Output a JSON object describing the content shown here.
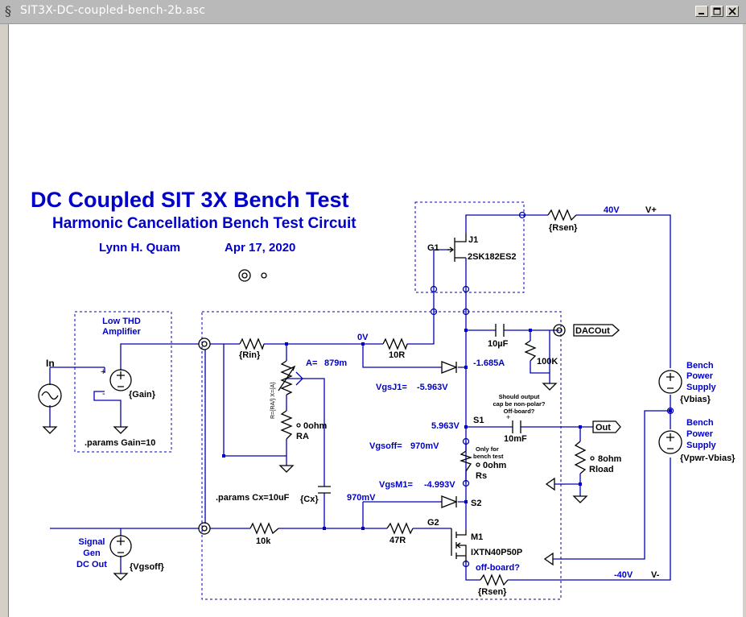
{
  "window": {
    "title": "SIT3X-DC-coupled-bench-2b.asc"
  },
  "header": {
    "title": "DC Coupled SIT 3X Bench Test",
    "subtitle": "Harmonic Cancellation  Bench Test Circuit",
    "author": "Lynn H. Quam",
    "date": "Apr 17, 2020"
  },
  "labels": {
    "low_thd_line1": "Low THD",
    "low_thd_line2": "Amplifier",
    "in": "In",
    "gain": "{Gain}",
    "params_gain": ".params Gain=10",
    "rin": "{Rin}",
    "v0": "0V",
    "r10": "10R",
    "a_eq": "A=",
    "a_val": "879m",
    "ra_expr": "R={RA/} X={A}",
    "ra_ohm": "0ohm",
    "ra": "RA",
    "g1": "G1",
    "j1": "J1",
    "j1_part": "2SK182ES2",
    "rsen_top": "{Rsen}",
    "v40": "40V",
    "vplus": "V+",
    "c10u": "10µF",
    "dacout": "DACOut",
    "r100k": "100K",
    "i_1685": "-1.685A",
    "vgsj1": "VgsJ1=",
    "vgsj1_val": "-5.963V",
    "should_output1": "Should output",
    "should_output2": "cap be non-polar?",
    "should_output3": "Off-board?",
    "v5963": "5.963V",
    "s1": "S1",
    "c10m": "10mF",
    "out": "Out",
    "vgsoff": "Vgsoff=",
    "vgsoff_val": "970mV",
    "only_for1": "Only for",
    "only_for2": "bench test",
    "rs_ohm": "0ohm",
    "rs": "Rs",
    "rload_ohm": "8ohm",
    "rload": "Rload",
    "bench1_l1": "Bench",
    "bench1_l2": "Power",
    "bench1_l3": "Supply",
    "bench1_val": "{Vbias}",
    "bench2_l1": "Bench",
    "bench2_l2": "Power",
    "bench2_l3": "Supply",
    "bench2_val": "{Vpwr-Vbias}",
    "params_cx": ".params Cx=10uF",
    "cx": "{Cx}",
    "v970": "970mV",
    "vgsm1": "VgsM1=",
    "vgsm1_val": "-4.993V",
    "s2": "S2",
    "g2": "G2",
    "m1": "M1",
    "m1_part": "IXTN40P50P",
    "r47": "47R",
    "r10k": "10k",
    "siggen_l1": "Signal",
    "siggen_l2": "Gen",
    "siggen_l3": "DC Out",
    "vgsoff_src": "{Vgsoff}",
    "offboard": "off-board?",
    "rsen_bot": "{Rsen}",
    "vneg40": "-40V",
    "vminus": "V-"
  },
  "colors": {
    "wire": "#0000b4",
    "text": "#0000c8",
    "component": "#000000",
    "titlebar": "#b9b9b9"
  }
}
